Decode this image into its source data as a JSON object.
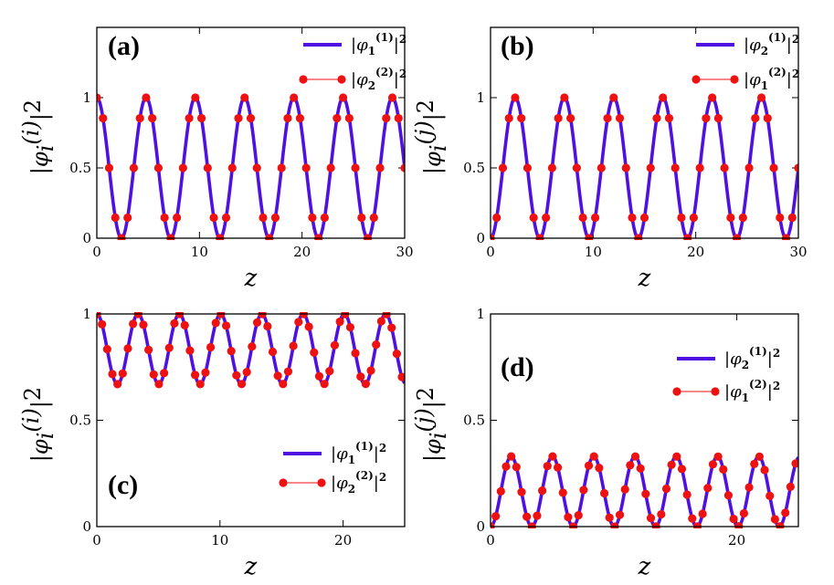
{
  "colors": {
    "curve": "#5010e0",
    "markers": "#ee1111"
  },
  "chart_data": [
    {
      "type": "line",
      "panel_label": "(a)",
      "xlabel": "z",
      "ylabel": "|φ_i^(i)|^2",
      "ylabel_sup": "(i)",
      "xlim": [
        0,
        30
      ],
      "ylim": [
        0,
        1.5
      ],
      "xticks": [
        "0",
        "10",
        "20",
        "30"
      ],
      "yticks": [
        "0",
        "0.5",
        "1"
      ],
      "legend": "top-right",
      "series": [
        {
          "name": "|φ_1^(1)|^2",
          "legend_sub": "1",
          "legend_sup": "(1)",
          "kind": "line",
          "function": "cos^2",
          "amplitude": 1.0,
          "period": 4.8,
          "phase": 0
        },
        {
          "name": "|φ_2^(2)|^2",
          "legend_sub": "2",
          "legend_sup": "(2)",
          "kind": "markers",
          "function": "cos^2",
          "amplitude": 1.0,
          "period": 4.8,
          "phase": 0,
          "marker_spacing": 0.6
        }
      ]
    },
    {
      "type": "line",
      "panel_label": "(b)",
      "xlabel": "z",
      "ylabel": "|φ_i^(j)|^2",
      "ylabel_sup": "(j)",
      "xlim": [
        0,
        30
      ],
      "ylim": [
        0,
        1.5
      ],
      "xticks": [
        "0",
        "10",
        "20",
        "30"
      ],
      "yticks": [
        "0",
        "0.5",
        "1"
      ],
      "legend": "top-right",
      "series": [
        {
          "name": "|φ_2^(1)|^2",
          "legend_sub": "2",
          "legend_sup": "(1)",
          "kind": "line",
          "function": "sin^2",
          "amplitude": 1.0,
          "period": 4.8,
          "phase": 0
        },
        {
          "name": "|φ_1^(2)|^2",
          "legend_sub": "1",
          "legend_sup": "(2)",
          "kind": "markers",
          "function": "sin^2",
          "amplitude": 1.0,
          "period": 4.8,
          "phase": 0,
          "marker_spacing": 0.6
        }
      ]
    },
    {
      "type": "line",
      "panel_label": "(c)",
      "xlabel": "z",
      "ylabel": "|φ_i^(i)|^2",
      "ylabel_sup": "(i)",
      "xlim": [
        0,
        25
      ],
      "ylim": [
        0,
        1
      ],
      "xticks": [
        "0",
        "10",
        "20"
      ],
      "yticks": [
        "0",
        "0.5",
        "1"
      ],
      "legend": "bottom-right",
      "series": [
        {
          "name": "|φ_1^(1)|^2",
          "legend_sub": "1",
          "legend_sup": "(1)",
          "kind": "line",
          "function": "1 - A sin^2",
          "amplitude": 0.33,
          "period": 3.35,
          "phase": 0
        },
        {
          "name": "|φ_2^(2)|^2",
          "legend_sub": "2",
          "legend_sup": "(2)",
          "kind": "markers",
          "function": "1 - A sin^2",
          "amplitude": 0.33,
          "period": 3.35,
          "phase": 0,
          "marker_spacing": 0.42
        }
      ]
    },
    {
      "type": "line",
      "panel_label": "(d)",
      "xlabel": "z",
      "ylabel": "|φ_i^(j)|^2",
      "ylabel_sup": "(j)",
      "xlim": [
        0,
        25
      ],
      "ylim": [
        0,
        1
      ],
      "xticks": [
        "0",
        "20"
      ],
      "yticks": [
        "0",
        "0.5",
        "1"
      ],
      "legend": "top-right",
      "series": [
        {
          "name": "|φ_2^(1)|^2",
          "legend_sub": "2",
          "legend_sup": "(1)",
          "kind": "line",
          "function": "A sin^2",
          "amplitude": 0.33,
          "period": 3.35,
          "phase": 0
        },
        {
          "name": "|φ_1^(2)|^2",
          "legend_sub": "1",
          "legend_sup": "(2)",
          "kind": "markers",
          "function": "A sin^2",
          "amplitude": 0.33,
          "period": 3.35,
          "phase": 0,
          "marker_spacing": 0.42
        }
      ]
    }
  ]
}
